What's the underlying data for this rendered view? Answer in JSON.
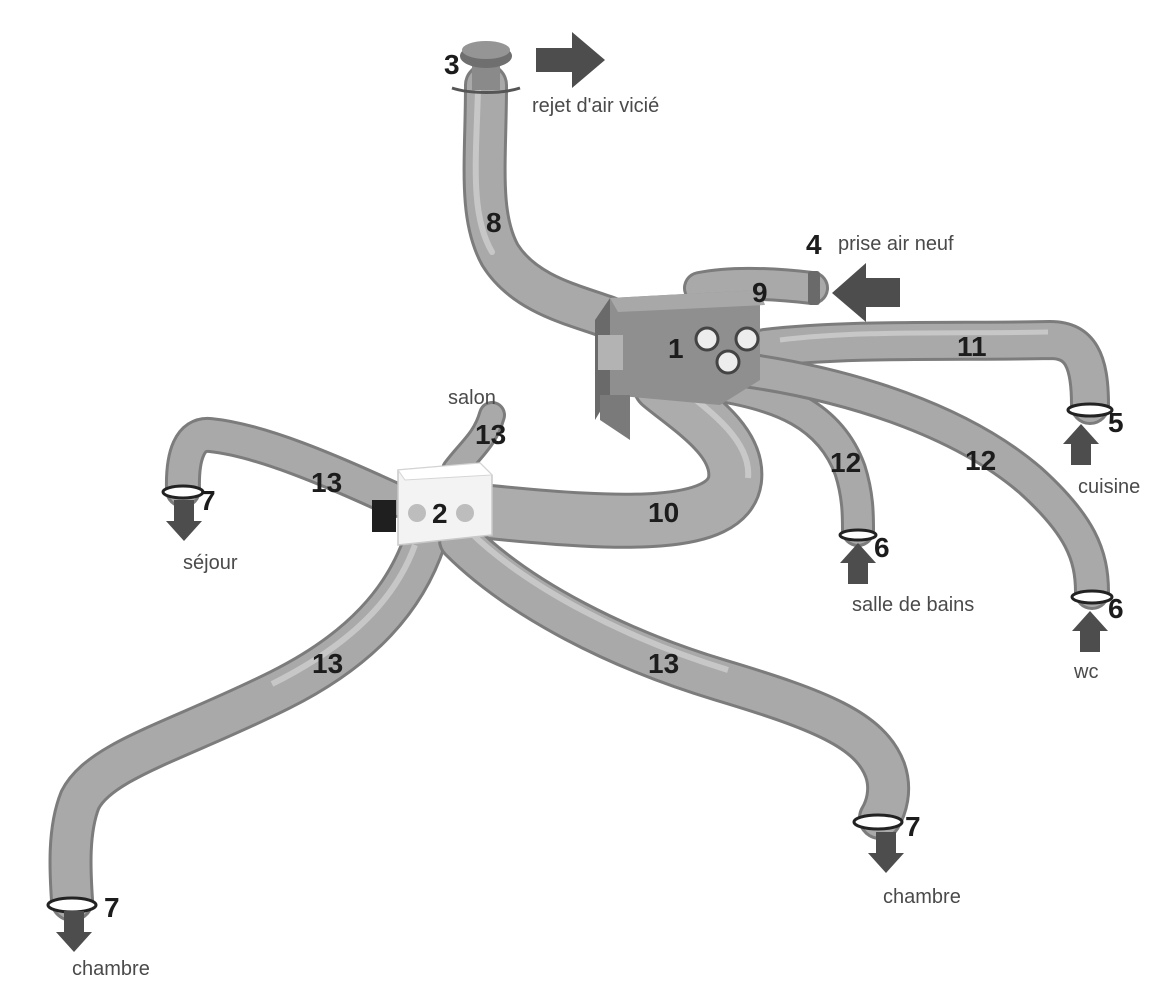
{
  "numbers": {
    "unit": "1",
    "distributor": "2",
    "exhaust_outlet": "3",
    "fresh_air_intake": "4",
    "cuisine_vent": "5",
    "salle_de_bains_vent": "6",
    "wc_vent": "6",
    "sejour_vent": "7",
    "chambre_left_vent": "7",
    "chambre_right_vent": "7",
    "duct_exhaust": "8",
    "duct_intake": "9",
    "duct_supply_main": "10",
    "duct_cuisine": "11",
    "duct_salle_de_bains": "12",
    "duct_wc": "12",
    "duct_salon": "13",
    "duct_sejour": "13",
    "duct_chambre_left": "13",
    "duct_chambre_right": "13"
  },
  "labels": {
    "rejet": "rejet d'air vicié",
    "prise": "prise air neuf",
    "cuisine": "cuisine",
    "salle_de_bains": "salle de bains",
    "wc": "wc",
    "salon": "salon",
    "sejour": "séjour",
    "chambre_left": "chambre",
    "chambre_right": "chambre"
  },
  "colors": {
    "duct": "#a9a9a9",
    "duct_shadow": "#7c7c7c",
    "duct_highlight": "#d4d4d4",
    "unit": "#8f8f8f",
    "distributor": "#f3f3f3",
    "arrow": "#4d4d4d",
    "text": "#4a4a4a"
  }
}
